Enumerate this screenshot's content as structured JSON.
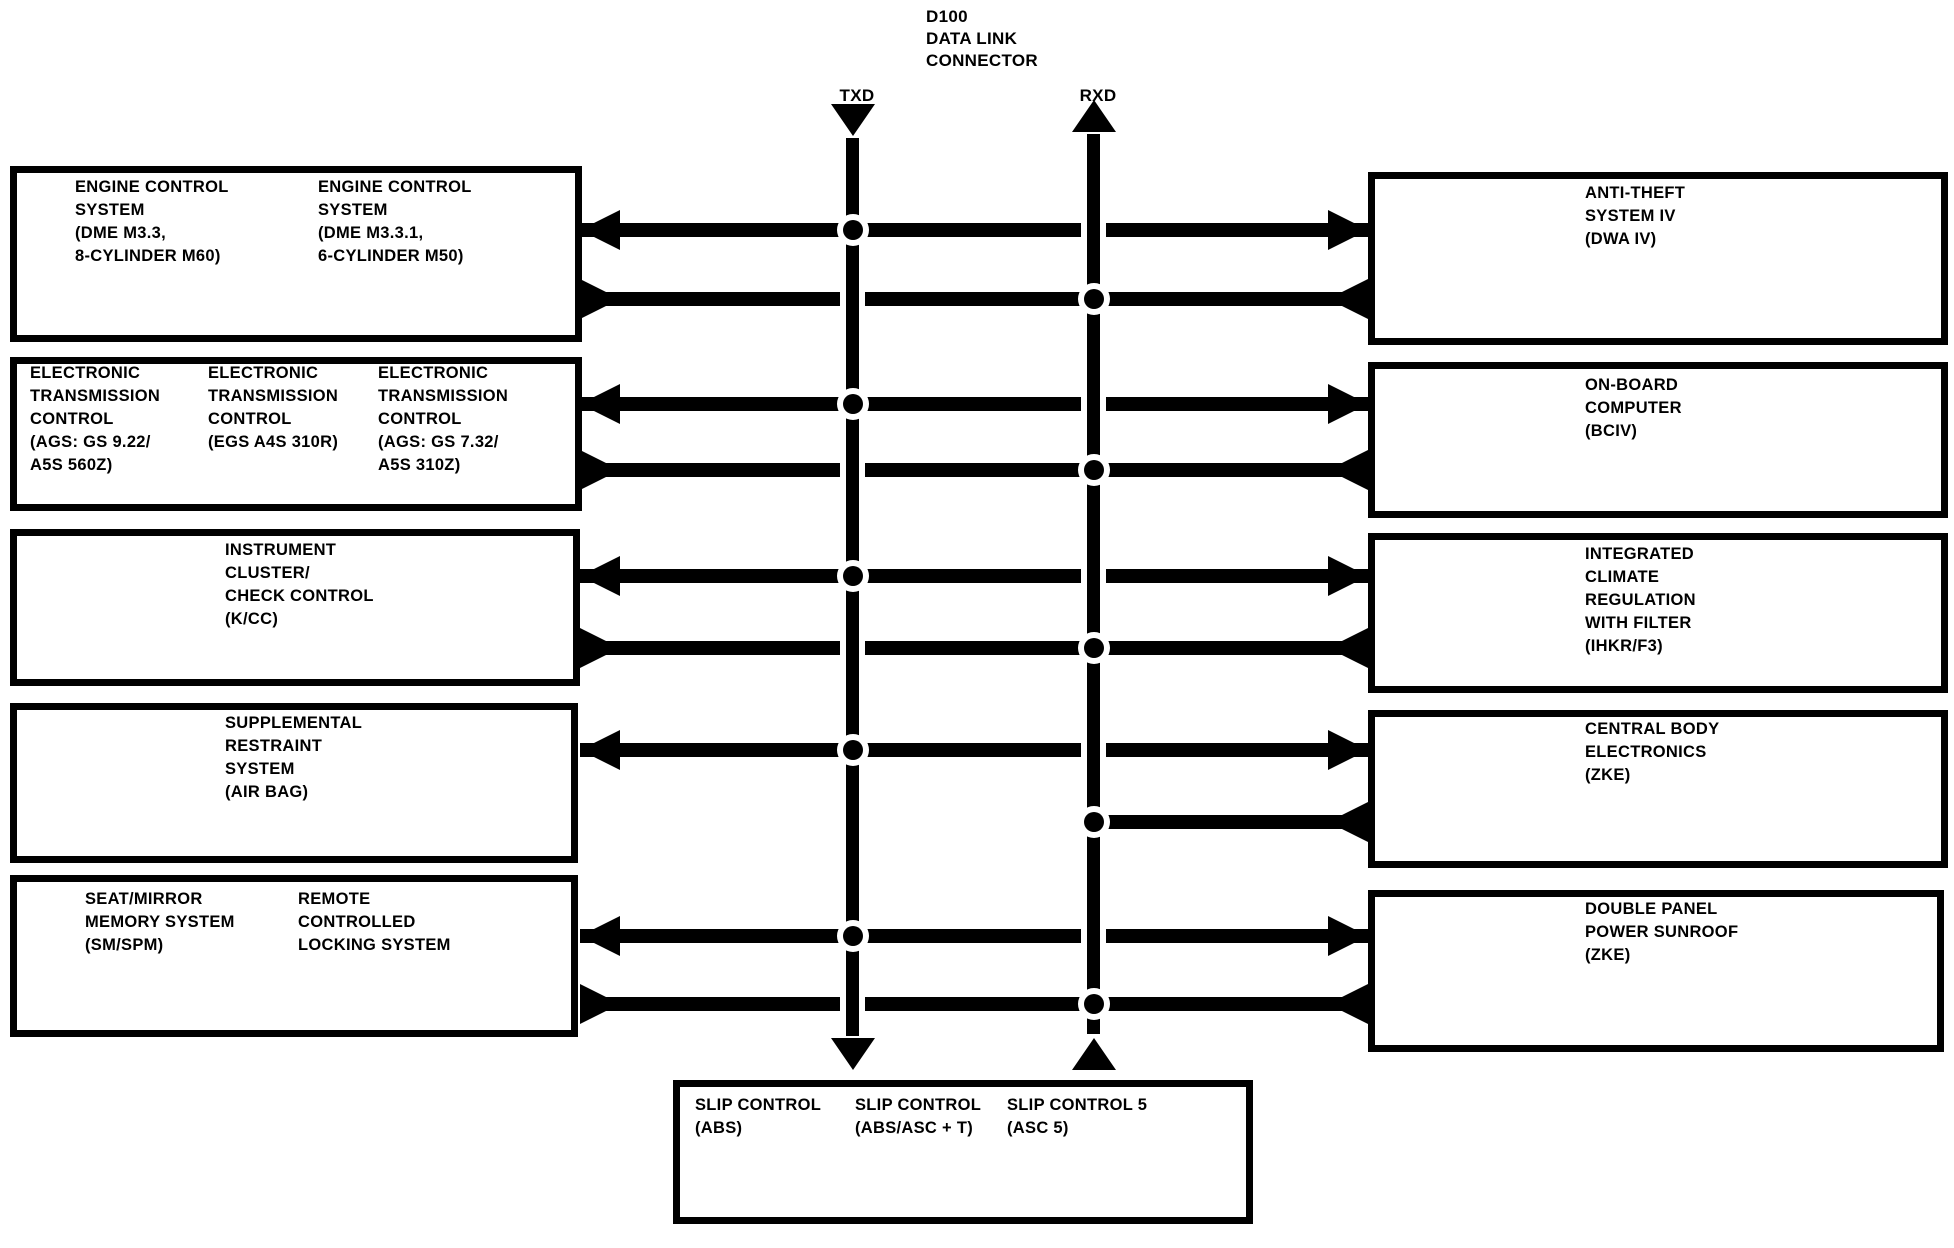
{
  "connector": {
    "label": "D100\nDATA LINK\nCONNECTOR",
    "txd": "TXD",
    "rxd": "RXD"
  },
  "left_boxes": [
    {
      "name": "engine-control-system",
      "columns": [
        "ENGINE CONTROL\nSYSTEM\n(DME M3.3,\n8-CYLINDER M60)",
        "ENGINE CONTROL\nSYSTEM\n(DME M3.3.1,\n6-CYLINDER M50)"
      ]
    },
    {
      "name": "electronic-transmission-control",
      "columns": [
        "ELECTRONIC\nTRANSMISSION\nCONTROL\n(AGS: GS 9.22/\nA5S 560Z)",
        "ELECTRONIC\nTRANSMISSION\nCONTROL\n(EGS A4S 310R)",
        "ELECTRONIC\nTRANSMISSION\nCONTROL\n(AGS: GS 7.32/\nA5S 310Z)"
      ]
    },
    {
      "name": "instrument-cluster-check-control",
      "columns": [
        "INSTRUMENT\nCLUSTER/\nCHECK CONTROL\n(K/CC)"
      ]
    },
    {
      "name": "supplemental-restraint-system",
      "columns": [
        "SUPPLEMENTAL\nRESTRAINT\nSYSTEM\n(AIR BAG)"
      ]
    },
    {
      "name": "seat-mirror-memory-system",
      "columns": [
        "SEAT/MIRROR\nMEMORY SYSTEM\n(SM/SPM)",
        "REMOTE\nCONTROLLED\nLOCKING SYSTEM"
      ]
    }
  ],
  "right_boxes": [
    {
      "name": "anti-theft-system",
      "columns": [
        "ANTI-THEFT\nSYSTEM IV\n(DWA IV)"
      ]
    },
    {
      "name": "on-board-computer",
      "columns": [
        "ON-BOARD\nCOMPUTER\n(BCIV)"
      ]
    },
    {
      "name": "integrated-climate-regulation",
      "columns": [
        "INTEGRATED\nCLIMATE\nREGULATION\nWITH FILTER\n(IHKR/F3)"
      ]
    },
    {
      "name": "central-body-electronics",
      "columns": [
        "CENTRAL BODY\nELECTRONICS\n(ZKE)"
      ]
    },
    {
      "name": "double-panel-power-sunroof",
      "columns": [
        "DOUBLE PANEL\nPOWER SUNROOF\n(ZKE)"
      ]
    }
  ],
  "bottom_box": {
    "name": "slip-control",
    "columns": [
      "SLIP CONTROL\n(ABS)",
      "SLIP CONTROL\n(ABS/ASC + T)",
      "SLIP CONTROL 5\n(ASC 5)"
    ]
  },
  "colors": {
    "ink": "#000000",
    "paper": "#ffffff"
  }
}
